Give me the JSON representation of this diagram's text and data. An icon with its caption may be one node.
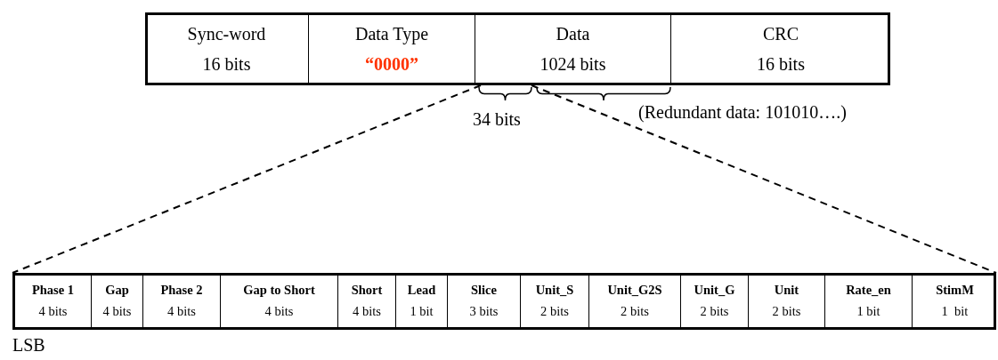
{
  "diagram": {
    "nodes": [
      {
        "text": [
          "Sync-word",
          "16 bits"
        ]
      },
      {
        "text": [
          "Data Type",
          "“0000”"
        ]
      },
      {
        "text": [
          "Data",
          "1024 bits"
        ]
      },
      {
        "text": [
          "CRC",
          "16 bits"
        ]
      },
      {
        "text": [],
        "shape": "box"
      },
      {
        "text": [
          "Phase 1",
          "4 bits"
        ],
        "in": 4
      },
      {
        "text": [
          "Gap",
          "4 bits"
        ],
        "in": 4
      },
      {
        "text": [
          "Phase 2",
          "4 bits"
        ],
        "in": 4
      },
      {
        "text": [
          "Gap to Short",
          "4 bits"
        ],
        "in": 4
      },
      {
        "text": [
          "Short",
          "4 bits"
        ],
        "in": 4
      },
      {
        "text": [
          "Lead",
          "1 bit"
        ],
        "in": 4
      },
      {
        "text": [
          "Slice",
          "3 bits"
        ],
        "in": 4
      },
      {
        "text": [
          "Unit_S",
          "2 bits"
        ],
        "in": 4
      },
      {
        "text": [
          "Unit_G2S",
          "2 bits"
        ],
        "in": 4
      },
      {
        "text": [
          "Unit_G",
          "2 bits"
        ],
        "in": 4
      },
      {
        "text": [
          "Unit",
          "2 bits"
        ],
        "in": 4
      },
      {
        "text": [
          "Rate_en",
          "1 bit"
        ],
        "in": 4
      },
      {
        "text": [
          "StimM",
          "1  bit"
        ],
        "in": 4
      }
    ],
    "edges": [
      {
        "from": 2,
        "to": 4,
        "arrow": "none",
        "style": "dashed"
      },
      {
        "from": 2,
        "to": 4,
        "arrow": "none",
        "style": "dashed"
      }
    ],
    "labels": [
      "34 bits",
      "(Redundant data: 101010….)",
      "LSB"
    ]
  }
}
